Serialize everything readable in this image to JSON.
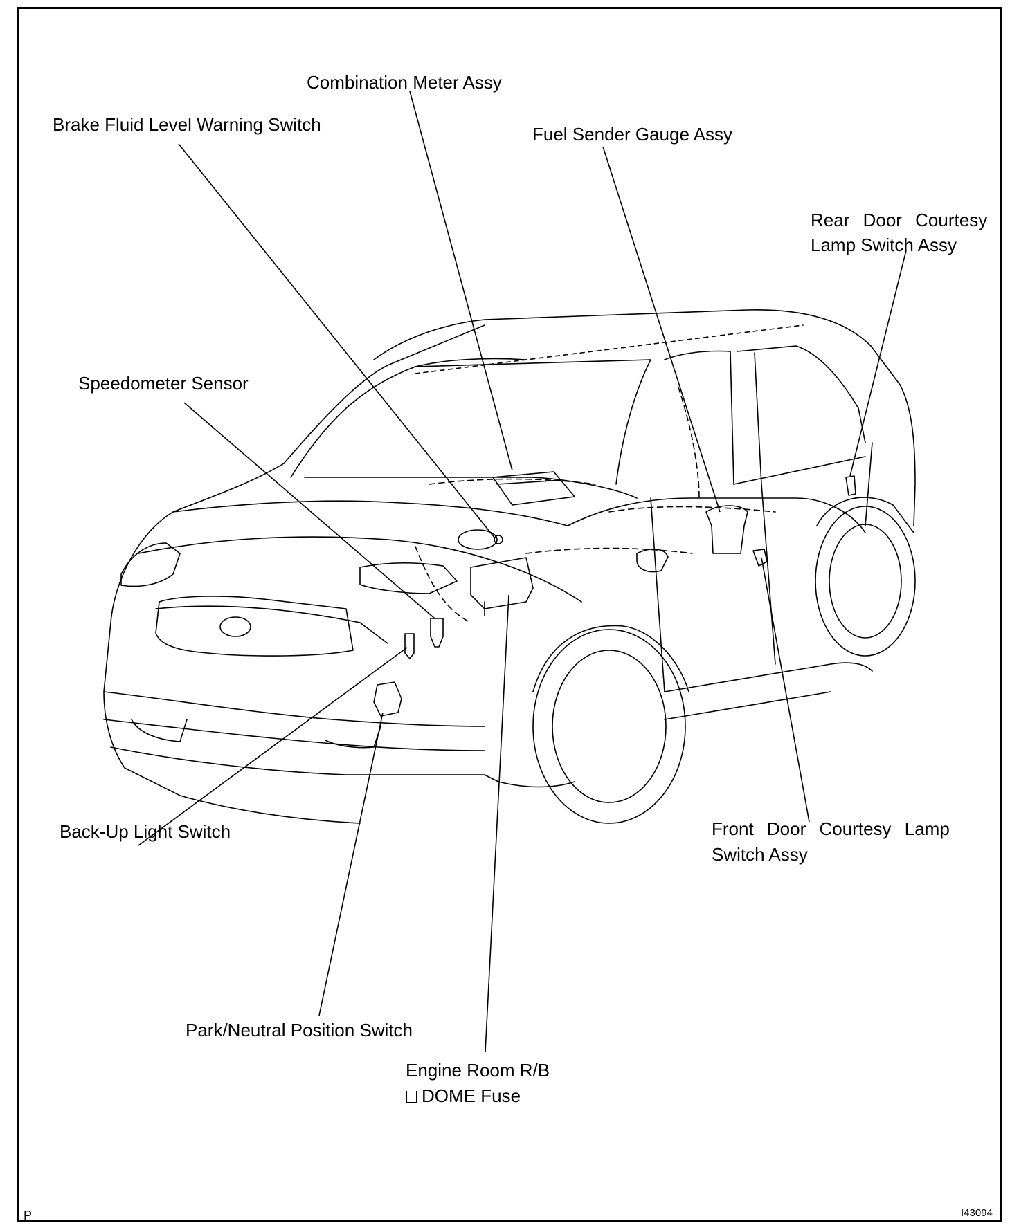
{
  "labels": {
    "combination_meter": "Combination Meter Assy",
    "brake_fluid": "Brake Fluid Level Warning Switch",
    "fuel_sender": "Fuel Sender Gauge Assy",
    "rear_door_line1": "Rear Door Courtesy",
    "rear_door_line2": "Lamp Switch Assy",
    "speedometer": "Speedometer Sensor",
    "backup_light": "Back-Up Light Switch",
    "front_door_line1": "Front Door Courtesy Lamp",
    "front_door_line2": "Switch Assy",
    "park_neutral": "Park/Neutral Position Switch",
    "engine_room_line1": "Engine Room R/B",
    "engine_room_line2": "DOME Fuse"
  },
  "corner": {
    "left": "P",
    "right": "I43094"
  }
}
